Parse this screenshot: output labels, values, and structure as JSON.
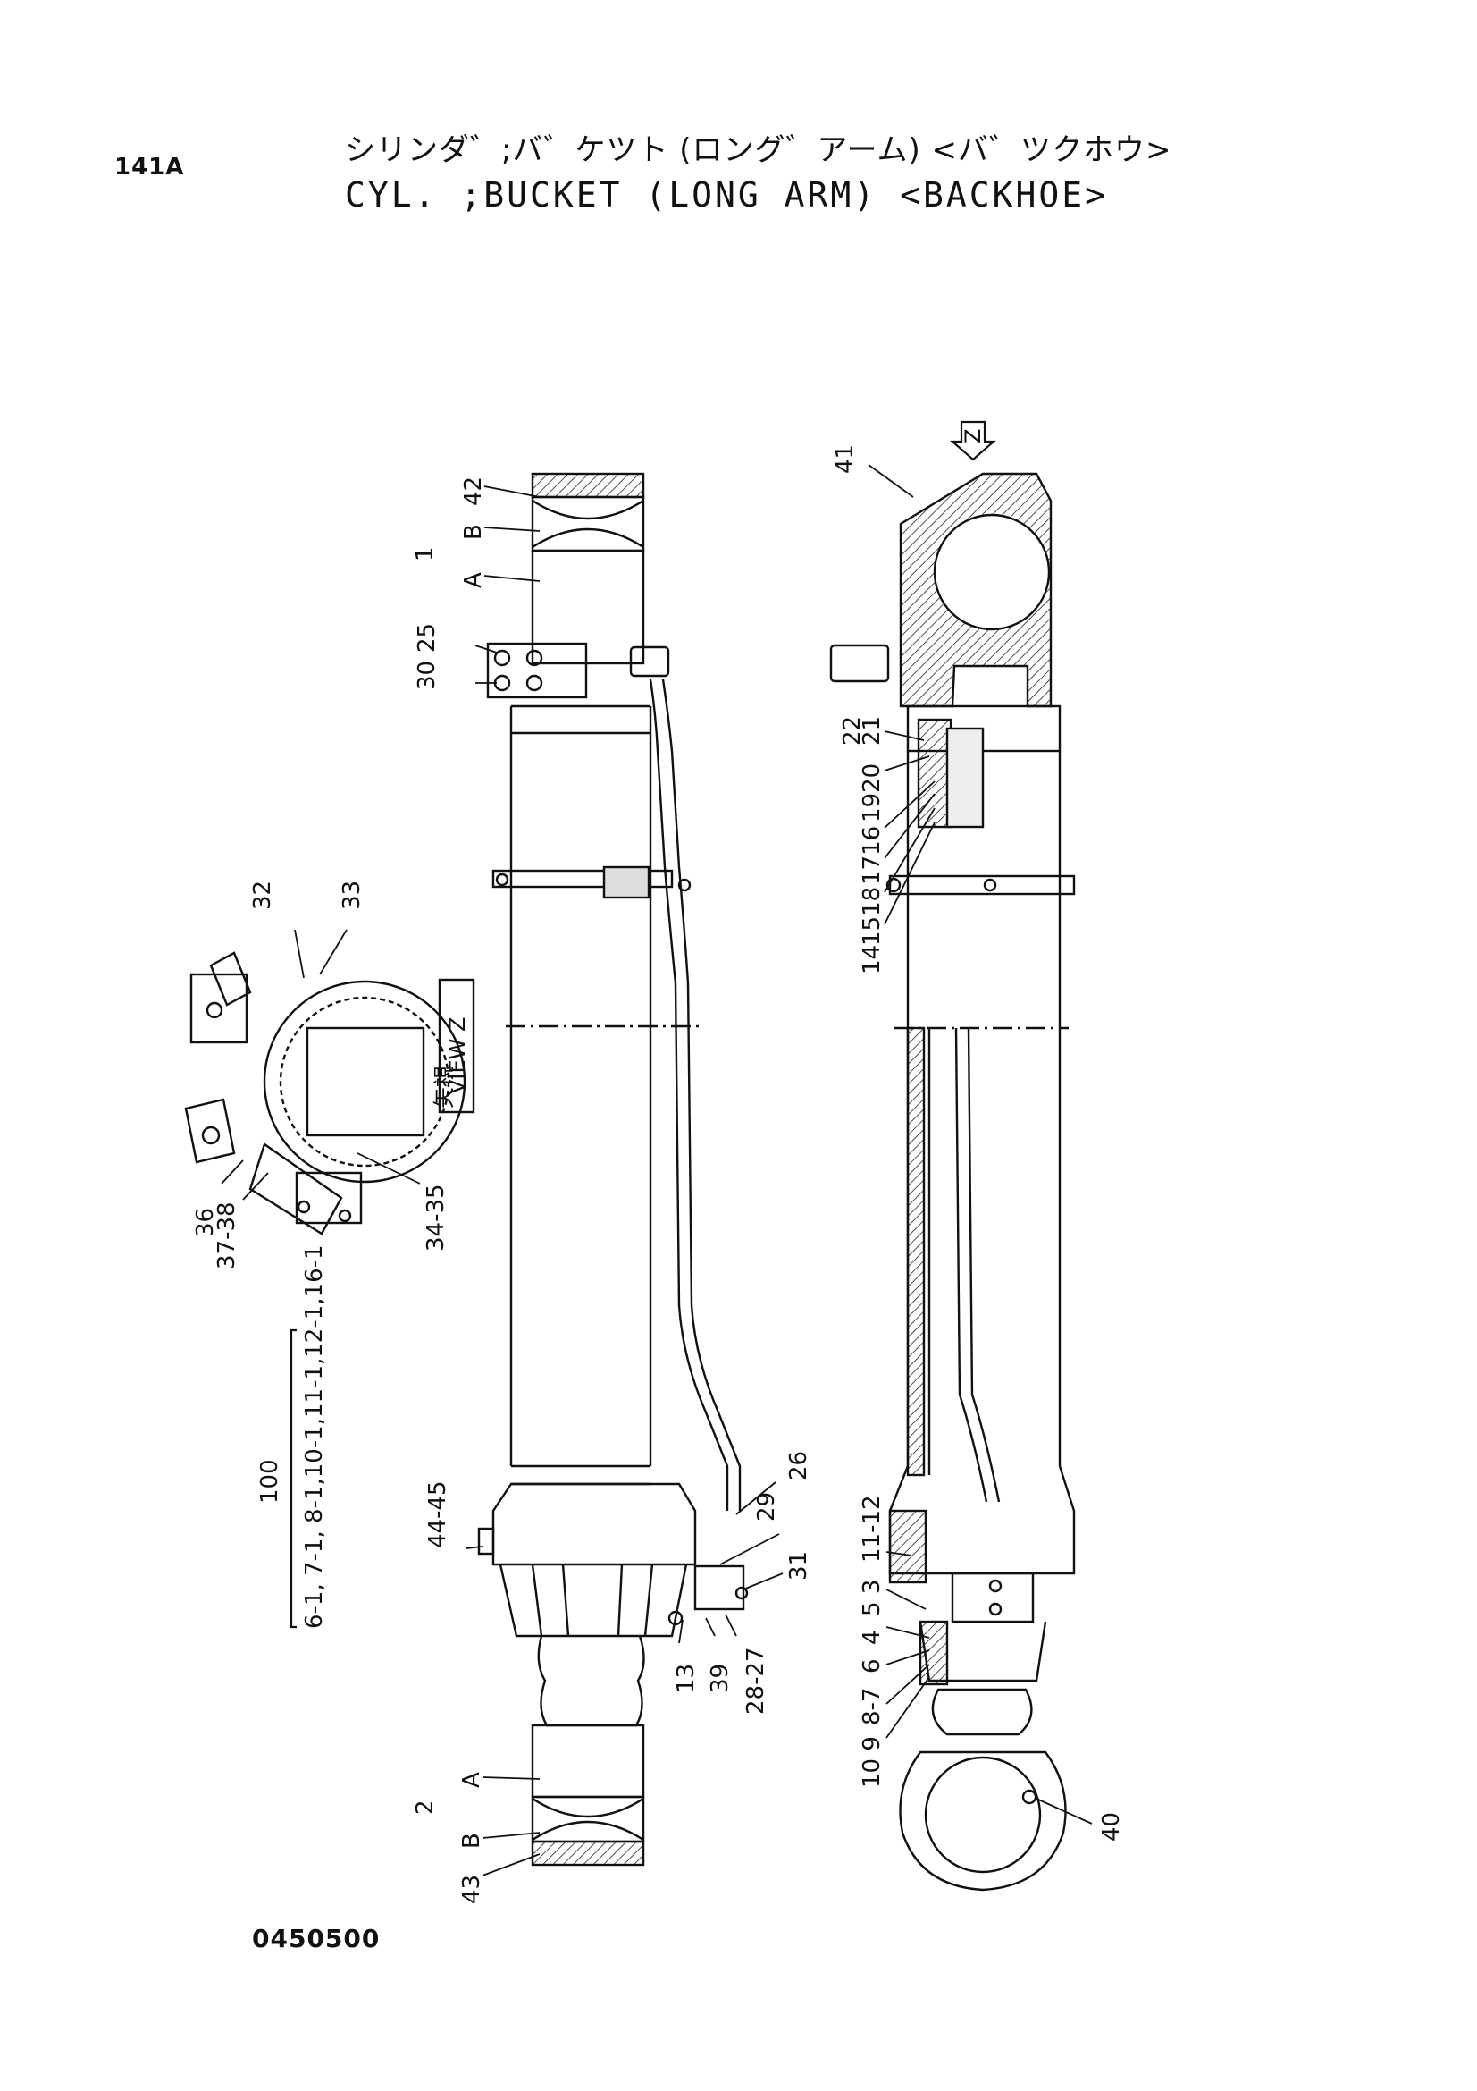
{
  "header": {
    "page_no": "141A",
    "title_jp": "シリンダ゛;バ゛ケツト (ロング゛アーム) <バ゛ツクホウ>",
    "title_en": "CYL. ;BUCKET (LONG ARM) <BACKHOE>"
  },
  "footer": {
    "drawing_no": "0450500"
  },
  "view": {
    "arrow_label": "Z",
    "box_jp": "矢視",
    "box_en": "VIEW Z"
  },
  "assembly": {
    "label": "100",
    "parts": "6-1, 7-1, 8-1,10-1,11-1,12-1,16-1"
  },
  "callouts": {
    "c42": "42",
    "c1": "1",
    "cB1": "B",
    "cA1": "A",
    "c30": "30",
    "c25": "25",
    "c2": "2",
    "cA2": "A",
    "cB2": "B",
    "c43": "43",
    "c4445": "44-45",
    "c26": "26",
    "c29": "29",
    "c31": "31",
    "c13": "13",
    "c39": "39",
    "c2827": "28-27",
    "c32": "32",
    "c33": "33",
    "c36": "36",
    "c3738": "37-38",
    "c3435": "34-35",
    "c41": "41",
    "c22": "22",
    "c21": "21",
    "c1920": "1920",
    "c1716": "1716",
    "c1518": "1518",
    "c14": "14",
    "c1112": "11-12",
    "c53": "5 3",
    "c4": "4",
    "c6": "6",
    "c87": "8-7",
    "c109": "10 9",
    "c40": "40"
  }
}
